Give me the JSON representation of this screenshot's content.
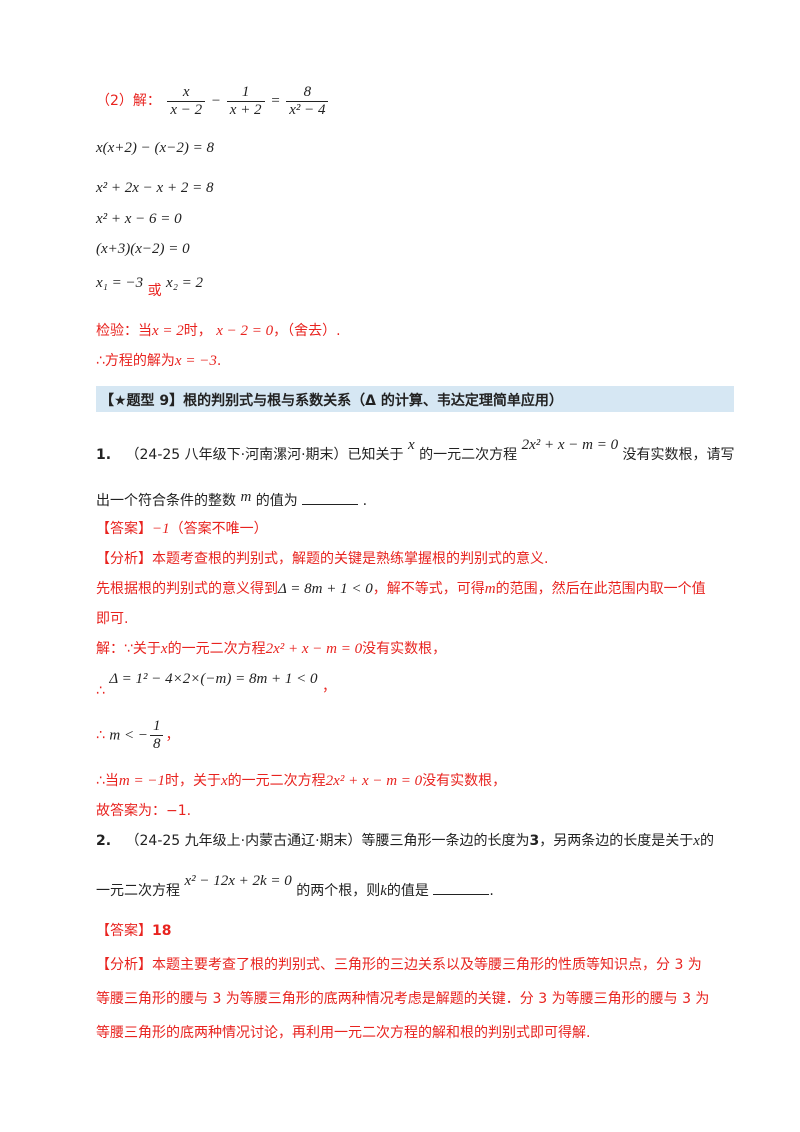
{
  "sol2": {
    "label": "（2）解：",
    "eq_frac1_num": "x",
    "eq_frac1_den": "x − 2",
    "eq_minus": "−",
    "eq_frac2_num": "1",
    "eq_frac2_den": "x + 2",
    "eq_equals": "=",
    "eq_frac3_num": "8",
    "eq_frac3_den": "x² − 4",
    "line1": "x(x+2) − (x−2) = 8",
    "line2": "x² + 2x − x + 2 = 8",
    "line3": "x² + x − 6 = 0",
    "line4": "(x+3)(x−2) = 0",
    "line5_a": "x₁ = −3",
    "line5_or": "或",
    "line5_b": "x₂ = 2",
    "check_prefix": "检验：当",
    "check_math1": "x = 2",
    "check_mid": "时，",
    "check_math2": "x − 2 = 0",
    "check_suffix": "，（舍去）.",
    "conclusion_prefix": "∴方程的解为",
    "conclusion_math": "x = −3",
    "conclusion_suffix": "."
  },
  "banner": {
    "title": "【★题型 9】根的判别式与根与系数关系（Δ 的计算、韦达定理简单应用）"
  },
  "q1": {
    "number": "1.",
    "source": "（24-25 八年级下·河南漯河·期末）已知关于",
    "var_x": "x",
    "text_mid": "的一元二次方程",
    "equation": "2x² + x − m = 0",
    "text_end": "没有实数根，请写",
    "line2_prefix": "出一个符合条件的整数",
    "var_m": "m",
    "line2_suffix": "的值为",
    "line2_end": ".",
    "answer_label": "【答案】",
    "answer_value": "−1",
    "answer_note": "（答案不唯一）",
    "analysis_label": "【分析】",
    "analysis_text": "本题考查根的判别式，解题的关键是熟练掌握根的判别式的意义.",
    "analysis2_prefix": "先根据根的判别式的意义得到",
    "analysis2_math": "Δ = 8m + 1 < 0",
    "analysis2_mid": "，解不等式，可得",
    "analysis2_var": "m",
    "analysis2_suffix": "的范围，然后在此范围内取一个值",
    "analysis3": "即可.",
    "sol_prefix": "解：∵关于",
    "sol_var": "x",
    "sol_mid": "的一元二次方程",
    "sol_eq": "2x² + x − m = 0",
    "sol_suffix": "没有实数根，",
    "delta_therefore": "∴",
    "delta_expr": "Δ = 1² − 4×2×(−m) = 8m + 1 < 0",
    "delta_comma": "，",
    "m_therefore": "∴",
    "m_lt": "m < −",
    "m_frac_num": "1",
    "m_frac_den": "8",
    "m_comma": "，",
    "when_prefix": "∴当",
    "when_math": "m = −1",
    "when_mid": "时，关于",
    "when_var": "x",
    "when_mid2": "的一元二次方程",
    "when_eq": "2x² + x − m = 0",
    "when_suffix": "没有实数根，",
    "final": "故答案为：−1."
  },
  "q2": {
    "number": "2.",
    "source": "（24-25 九年级上·内蒙古通辽·期末）等腰三角形一条边的长度为",
    "num3": "3",
    "text_mid": "，另两条边的长度是关于",
    "var_x": "x",
    "text_end": "的",
    "line2_prefix": "一元二次方程",
    "equation": "x² − 12x + 2k = 0",
    "line2_mid": "的两个根，则",
    "var_k": "k",
    "line2_suffix": "的值是",
    "line2_end": ".",
    "answer_label": "【答案】",
    "answer_value": "18",
    "analysis_label": "【分析】",
    "analysis_l1": "本题主要考查了根的判别式、三角形的三边关系以及等腰三角形的性质等知识点，分 3 为",
    "analysis_l2": "等腰三角形的腰与 3 为等腰三角形的底两种情况考虑是解题的关键．分 3 为等腰三角形的腰与 3 为",
    "analysis_l3": "等腰三角形的底两种情况讨论，再利用一元二次方程的解和根的判别式即可得解."
  }
}
